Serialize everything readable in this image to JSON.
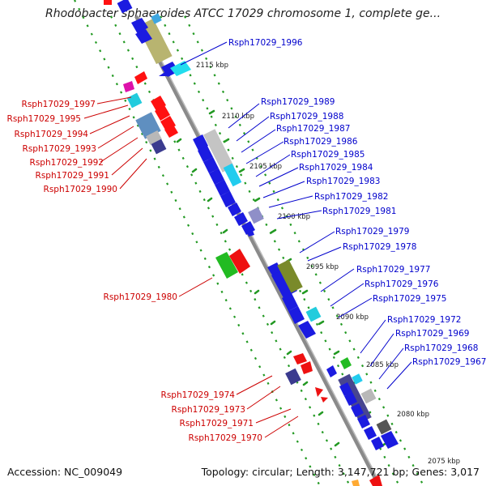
{
  "title": "Rhodobacter sphaeroides ATCC 17029 chromosome 1, complete ge...",
  "footer": {
    "accession": "Accession: NC_009049",
    "summary": "Topology: circular; Length: 3,147,721 bp; Genes: 3,017"
  },
  "colors": {
    "backbone": "#8a8a8a",
    "ticks": "#229922",
    "minus_labels": "#cc0000",
    "plus_labels": "#0000cc"
  },
  "kbp_marks": [
    "2115 kbp",
    "2110 kbp",
    "2105 kbp",
    "2100 kbp",
    "2095 kbp",
    "2090 kbp",
    "2085 kbp",
    "2080 kbp",
    "2075 kbp"
  ],
  "plus_genes": [
    "Rsph17029_1996",
    "Rsph17029_1989",
    "Rsph17029_1988",
    "Rsph17029_1987",
    "Rsph17029_1986",
    "Rsph17029_1985",
    "Rsph17029_1984",
    "Rsph17029_1983",
    "Rsph17029_1982",
    "Rsph17029_1981",
    "Rsph17029_1979",
    "Rsph17029_1978",
    "Rsph17029_1977",
    "Rsph17029_1976",
    "Rsph17029_1975",
    "Rsph17029_1972",
    "Rsph17029_1969",
    "Rsph17029_1968",
    "Rsph17029_1967"
  ],
  "minus_genes": [
    "Rsph17029_1997",
    "Rsph17029_1995",
    "Rsph17029_1994",
    "Rsph17029_1993",
    "Rsph17029_1992",
    "Rsph17029_1991",
    "Rsph17029_1990",
    "Rsph17029_1980",
    "Rsph17029_1974",
    "Rsph17029_1973",
    "Rsph17029_1971",
    "Rsph17029_1970"
  ]
}
